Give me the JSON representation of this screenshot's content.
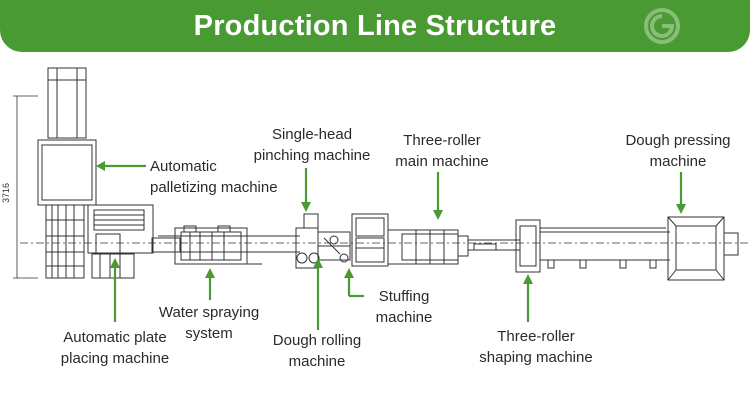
{
  "header": {
    "title": "Production Line Structure",
    "color": "#4a9a33"
  },
  "dimension": {
    "height_value": "3716"
  },
  "labels": {
    "palletizing": [
      "Automatic",
      "palletizing machine"
    ],
    "plate_placing": [
      "Automatic plate",
      "placing machine"
    ],
    "water_spraying": [
      "Water spraying",
      "system"
    ],
    "pinching": [
      "Single-head",
      "pinching machine"
    ],
    "dough_rolling": [
      "Dough rolling",
      "machine"
    ],
    "stuffing": [
      "Stuffing",
      "machine"
    ],
    "three_roller_main": [
      "Three-roller",
      "main machine"
    ],
    "three_roller_shaping": [
      "Three-roller",
      "shaping machine"
    ],
    "dough_pressing": [
      "Dough pressing",
      "machine"
    ]
  },
  "colors": {
    "arrow": "#4a9a33",
    "line": "#333333"
  }
}
